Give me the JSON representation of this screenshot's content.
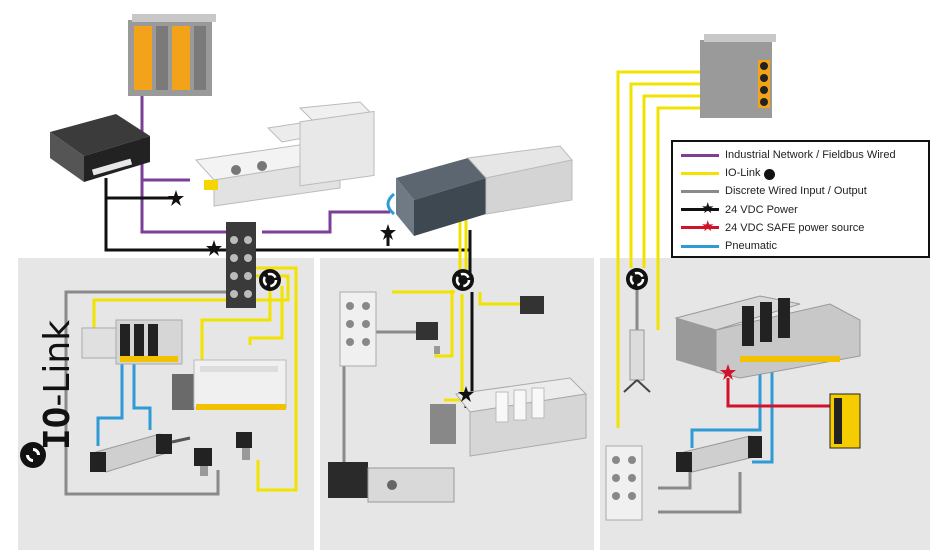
{
  "legend": {
    "items": [
      {
        "label": "Industrial Network / Fieldbus Wired",
        "color": "#7b3f98",
        "icon": "none"
      },
      {
        "label": "IO-Link",
        "color": "#f2e200",
        "icon": "io-link-icon"
      },
      {
        "label": "Discrete Wired Input / Output",
        "color": "#8a8a8a",
        "icon": "none"
      },
      {
        "label": "24 VDC Power",
        "color": "#111111",
        "icon": "black-star-icon"
      },
      {
        "label": "24 VDC SAFE power source",
        "color": "#d0122a",
        "icon": "red-star-icon"
      },
      {
        "label": "Pneumatic",
        "color": "#2f9bd6",
        "icon": "none"
      }
    ]
  },
  "brand": {
    "prefix": "IO",
    "suffix": "-Link"
  },
  "colors": {
    "fieldbus": "#7b3f98",
    "iolink": "#f2e200",
    "discrete": "#8a8a8a",
    "power": "#111111",
    "safe": "#d0122a",
    "pneumatic": "#2f9bd6",
    "panel": "#e6e6e6"
  }
}
